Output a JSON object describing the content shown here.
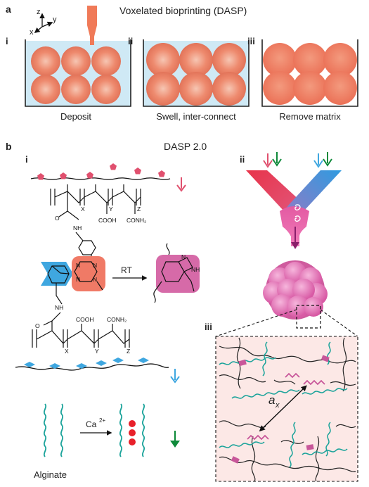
{
  "panel_a": {
    "letter": "a",
    "title": "Voxelated bioprinting (DASP)",
    "axes": {
      "z": "z",
      "y": "y",
      "x": "x"
    },
    "steps": [
      {
        "numeral": "i",
        "caption": "Deposit"
      },
      {
        "numeral": "ii",
        "caption": "Swell, inter-connect"
      },
      {
        "numeral": "iii",
        "caption": "Remove matrix"
      }
    ]
  },
  "panel_b": {
    "letter": "b",
    "title": "DASP 2.0",
    "sub_i": "i",
    "sub_ii": "ii",
    "sub_iii": "iii",
    "top_polymer": {
      "x": "X",
      "y": "Y",
      "z": "Z",
      "cooh": "COOH",
      "conh2": "CONH₂",
      "nh": "NH"
    },
    "bottom_polymer": {
      "x": "X",
      "y": "Y",
      "z": "Z",
      "cooh": "COOH",
      "conh2": "CONH₂",
      "nh": "NH"
    },
    "tetrazine_atoms": {
      "n1": "N",
      "n2": "N",
      "n3": "N",
      "n4": "N"
    },
    "product_atoms": {
      "n": "N",
      "nh": "NH"
    },
    "reaction_label": "RT",
    "alginate_label": "Alginate",
    "calcium_label": "Ca",
    "calcium_charge": "2+",
    "mesh_label": "a",
    "mesh_subscript": "x"
  },
  "colors": {
    "pink_arrow": "#e0506e",
    "blue_arrow": "#3fa7e0",
    "green_arrow": "#0f8a3a",
    "teal_chain": "#1aa39a",
    "voxel": "#ee7b5f",
    "bath": "#cfe9f5",
    "nozzle": "#f07a58",
    "magenta": "#c8579a",
    "calcium": "#e8202a"
  }
}
